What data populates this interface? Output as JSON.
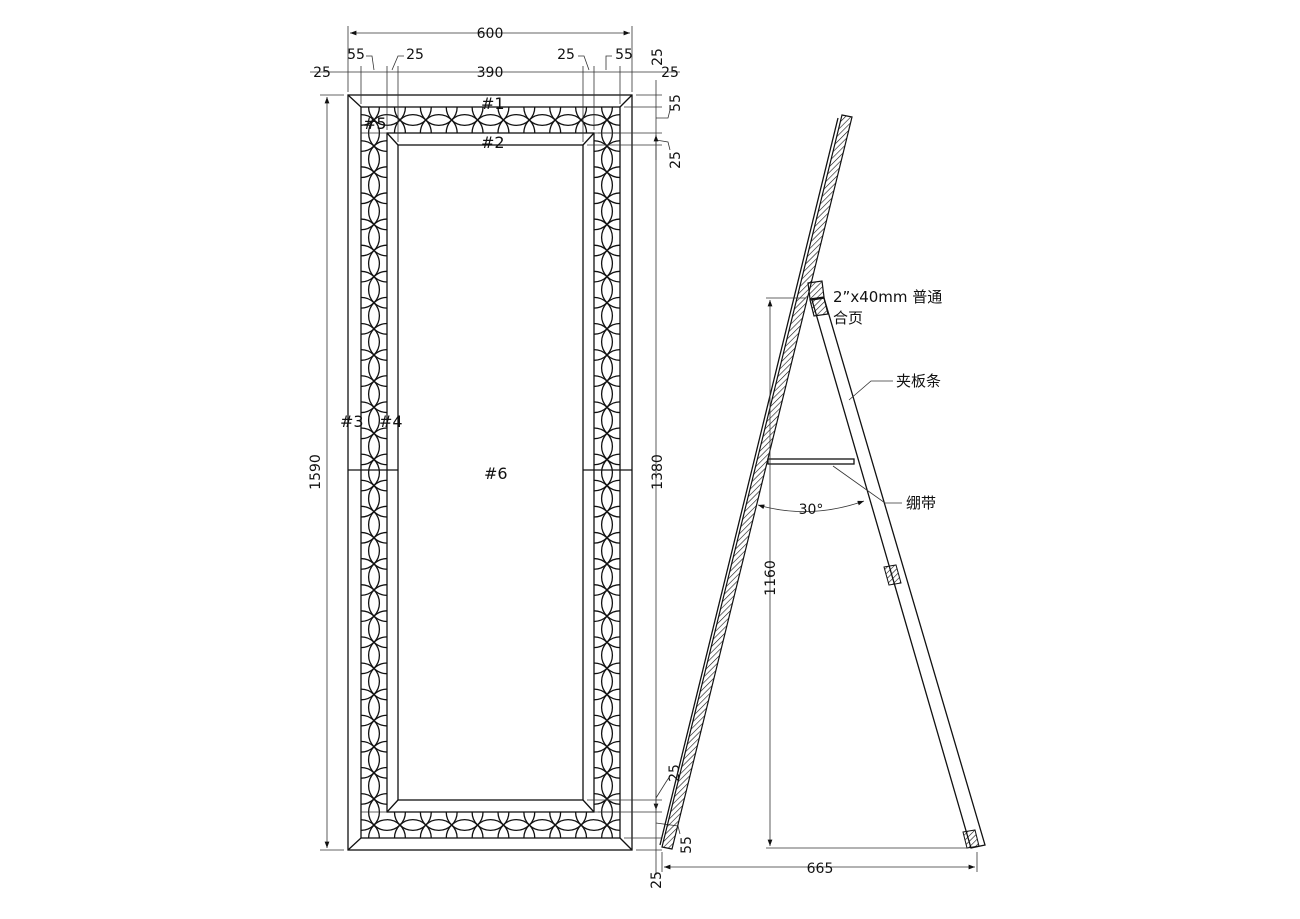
{
  "front_view": {
    "part_labels": {
      "p1": "#1",
      "p2": "#2",
      "p3": "#3",
      "p4": "#4",
      "p5": "#5",
      "p6": "#6"
    },
    "dimensions": {
      "overall_width": "600",
      "left_edge": "25",
      "left_band": "55",
      "left_inner": "25",
      "opening_width": "390",
      "right_inner": "25",
      "right_band": "55",
      "right_edge": "25",
      "right_edge_top": "25",
      "top_band": "55",
      "top_inner": "25",
      "overall_height": "1590",
      "opening_height": "1380",
      "bottom_inner": "25",
      "bottom_band": "55",
      "bottom_edge": "25"
    }
  },
  "side_view": {
    "hinge_label_line1": "2”x40mm 普通",
    "hinge_label_line2": "合页",
    "leg_label": "夹板条",
    "strap_label": "绷带",
    "angle": "30°",
    "hinge_height": "1160",
    "base_depth": "665"
  }
}
